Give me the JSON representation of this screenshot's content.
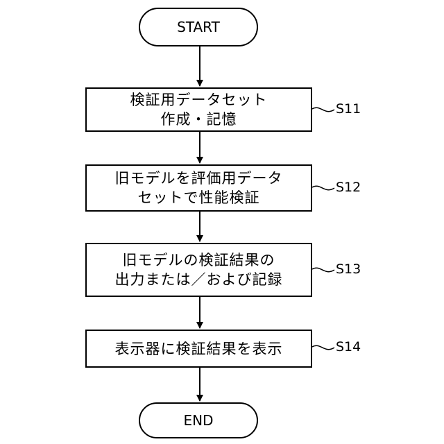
{
  "diagram": {
    "start": {
      "label": "START"
    },
    "end": {
      "label": "END"
    },
    "steps": [
      {
        "id": "S11",
        "lines": [
          "検証用データセット",
          "作成・記憶"
        ]
      },
      {
        "id": "S12",
        "lines": [
          "旧モデルを評価用データ",
          "セットで性能検証"
        ]
      },
      {
        "id": "S13",
        "lines": [
          "旧モデルの検証結果の",
          "出力または／および記録"
        ]
      },
      {
        "id": "S14",
        "lines": [
          "表示器に検証結果を表示"
        ]
      }
    ]
  }
}
